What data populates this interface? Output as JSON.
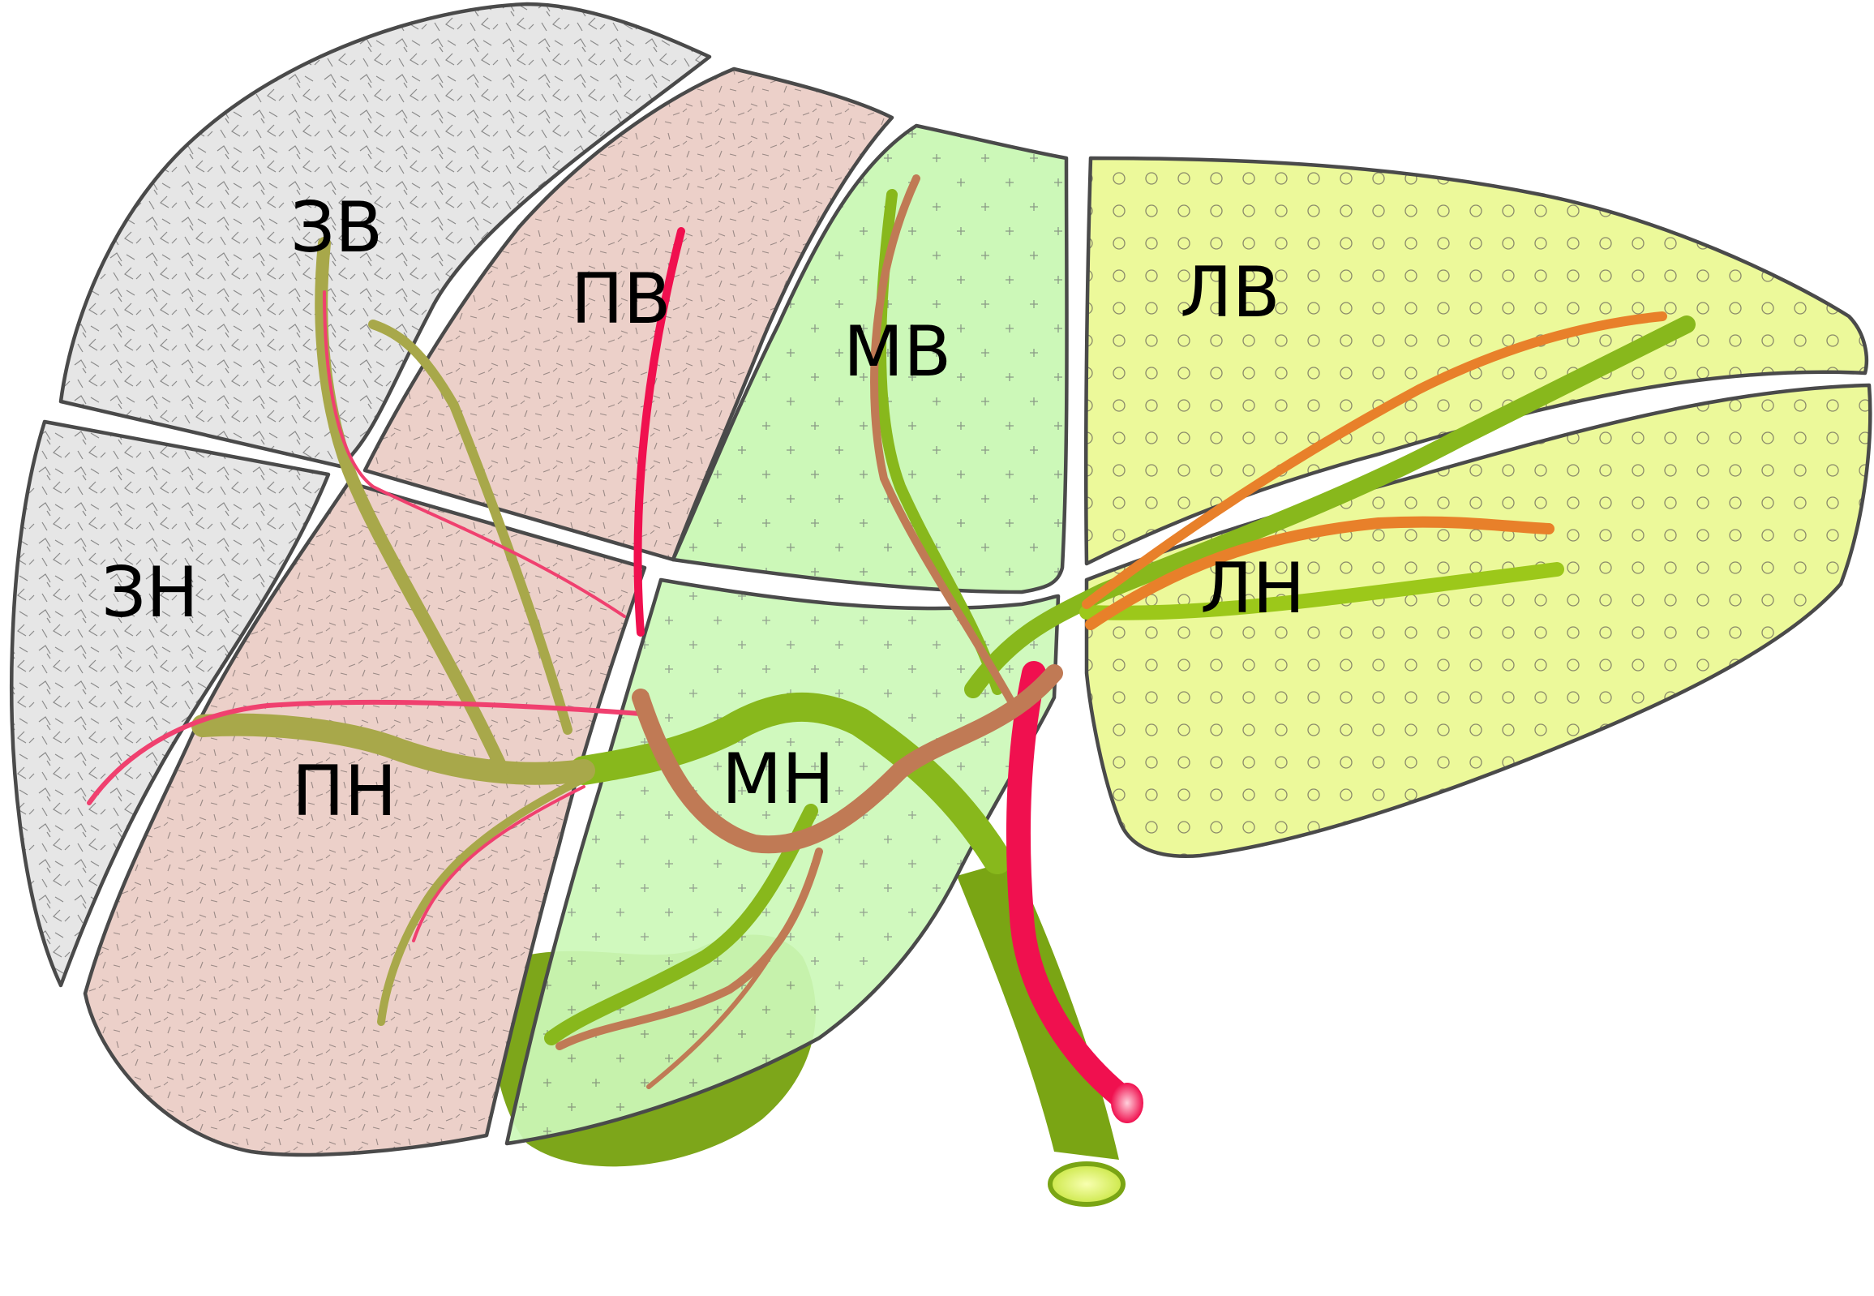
{
  "segments": {
    "zv": {
      "label": "ЗВ",
      "fill": "#e6e6e6"
    },
    "zn": {
      "label": "ЗН",
      "fill": "#e6e6e6"
    },
    "pv": {
      "label": "ПВ",
      "fill": "#ecd0c9"
    },
    "pn": {
      "label": "ПН",
      "fill": "#ecd0c9"
    },
    "mv": {
      "label": "МВ",
      "fill": "#ccf8b8"
    },
    "mn": {
      "label": "МН",
      "fill": "#ccf8b8"
    },
    "lv": {
      "label": "ЛВ",
      "fill": "#ecf99a"
    },
    "ln": {
      "label": "ЛН",
      "fill": "#ecf99a"
    }
  },
  "colors": {
    "outline": "#4a4a4a",
    "portal_vein": "#88b81c",
    "portal_vein_dark": "#7aa514",
    "hepatic_artery": "#f0104f",
    "bile_duct": "#c07a55",
    "left_duct": "#e8802a",
    "gallbladder": "#7da61a",
    "stripe_olive": "#a8a84a"
  }
}
